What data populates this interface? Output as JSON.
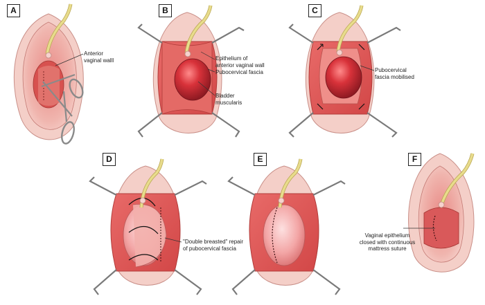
{
  "panels": {
    "a": {
      "label": "A",
      "note": "Anterior\nvaginal walll"
    },
    "b": {
      "label": "B",
      "epithelium": "Epithelium of\nanterior vaginal wall",
      "fascia": "Pubocervical fascia",
      "bladder": "Bladder\nmuscularis"
    },
    "c": {
      "label": "C",
      "mobilised": "Pubocervical\nfascia mobilised"
    },
    "d": {
      "label": "D",
      "repair": "\"Double breasted\" repair\nof pubocervical fascia"
    },
    "e": {
      "label": "E"
    },
    "f": {
      "label": "F",
      "closure": "Vaginal epithelium\nclosed with continuous\nmattress suture"
    }
  },
  "colors": {
    "outer_skin": "#f2c6c0",
    "inner_pink": "#e7938c",
    "flap": "#e05c5c",
    "flap_dark": "#c8403f",
    "bladder": "#cc2a33",
    "bladder_light": "#f4a3a3",
    "catheter": "#e8dc8c",
    "retractor": "#7a7a7a"
  }
}
